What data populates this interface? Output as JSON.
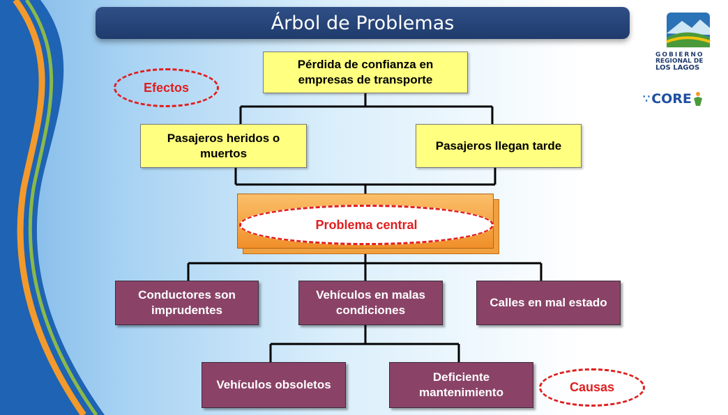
{
  "title": "Árbol de Problemas",
  "labels": {
    "efectos": "Efectos",
    "causas": "Causas",
    "central": "Problema central"
  },
  "effects": {
    "top": "Pérdida de confianza en empresas de transporte",
    "left": "Pasajeros heridos o muertos",
    "right": "Pasajeros llegan tarde"
  },
  "causes": {
    "left": "Conductores son imprudentes",
    "middle": "Vehículos en malas condiciones",
    "right": "Calles en mal estado",
    "sub_left": "Vehículos obsoletos",
    "sub_right": "Deficiente mantenimiento"
  },
  "logos": {
    "gobierno_line1": "GOBIERNO",
    "gobierno_line2": "REGIONAL DE",
    "gobierno_line3": "LOS LAGOS",
    "core": "CORE"
  },
  "colors": {
    "title_bar": "#1f3b6c",
    "effect_box": "#ffff80",
    "cause_box": "#8a4367",
    "central_box": "#f08f2a",
    "dashed_red": "#e01e1e"
  }
}
